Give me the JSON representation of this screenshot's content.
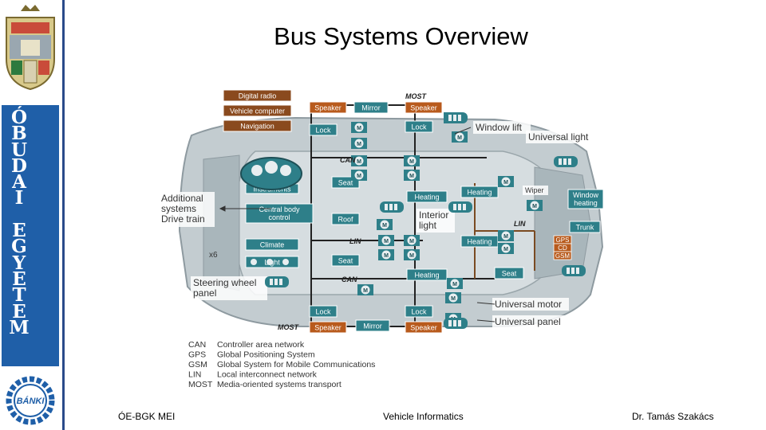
{
  "slide": {
    "title": "Bus Systems Overview",
    "footer_left": "ÓE-BGK MEI",
    "footer_center": "Vehicle Informatics",
    "footer_right": "Dr. Tamás Szakács"
  },
  "sidebar": {
    "name_letters": [
      "Ó",
      "B",
      "U",
      "D",
      "A",
      "I",
      " ",
      "E",
      "G",
      "Y",
      "E",
      "T",
      "E",
      "M"
    ],
    "logo_text": "BÁNKI"
  },
  "diagram": {
    "bus_labels": {
      "most_top": "MOST",
      "can_top": "CAN",
      "lin_mid": "LIN",
      "lin_right": "LIN",
      "can_bottom": "CAN",
      "most_bottom": "MOST"
    },
    "modules": {
      "digital_radio": "Digital radio",
      "vehicle_computer": "Vehicle computer",
      "navigation": "Navigation",
      "speaker_tl": "Speaker",
      "mirror_top": "Mirror",
      "speaker_tr": "Speaker",
      "lock_tl": "Lock",
      "lock_tr": "Lock",
      "instruments": "Instruments",
      "central_body_control": "Central body control",
      "seat_top": "Seat",
      "heating_top": "Heating",
      "heating_right_top": "Heating",
      "window_heating": "Window heating",
      "roof": "Roof",
      "trunk": "Trunk",
      "climate": "Climate",
      "light": "Light",
      "seat_mid": "Seat",
      "heating_right_bottom": "Heating",
      "heating_mid": "Heating",
      "seat_right": "Seat",
      "gps": "GPS",
      "cd": "CD",
      "gsm": "GSM",
      "lock_bl": "Lock",
      "lock_br": "Lock",
      "speaker_bl": "Speaker",
      "mirror_bottom": "Mirror",
      "speaker_br": "Speaker"
    },
    "callouts": {
      "window_lift": "Window lift",
      "universal_light": "Universal light",
      "wiper": "Wiper",
      "interior_light": "Interior light",
      "additional_systems": "Additional systems",
      "drive_train": "Drive train",
      "x6": "x6",
      "steering_wheel_panel": "Steering wheel panel",
      "universal_motor": "Universal motor",
      "universal_panel": "Universal panel"
    },
    "motor_symbol": "M",
    "legend": [
      {
        "abbr": "CAN",
        "desc": "Controller area network"
      },
      {
        "abbr": "GPS",
        "desc": "Global Positioning System"
      },
      {
        "abbr": "GSM",
        "desc": "Global System for Mobile Communications"
      },
      {
        "abbr": "LIN",
        "desc": "Local interconnect network"
      },
      {
        "abbr": "MOST",
        "desc": "Media-oriented systems transport"
      }
    ],
    "colors": {
      "teal_module": "#2e7f89",
      "brown_module": "#8a4a1e",
      "orange_module": "#b85a1c",
      "bus_line": "#222222",
      "car_body": "#b9c4c8"
    }
  }
}
